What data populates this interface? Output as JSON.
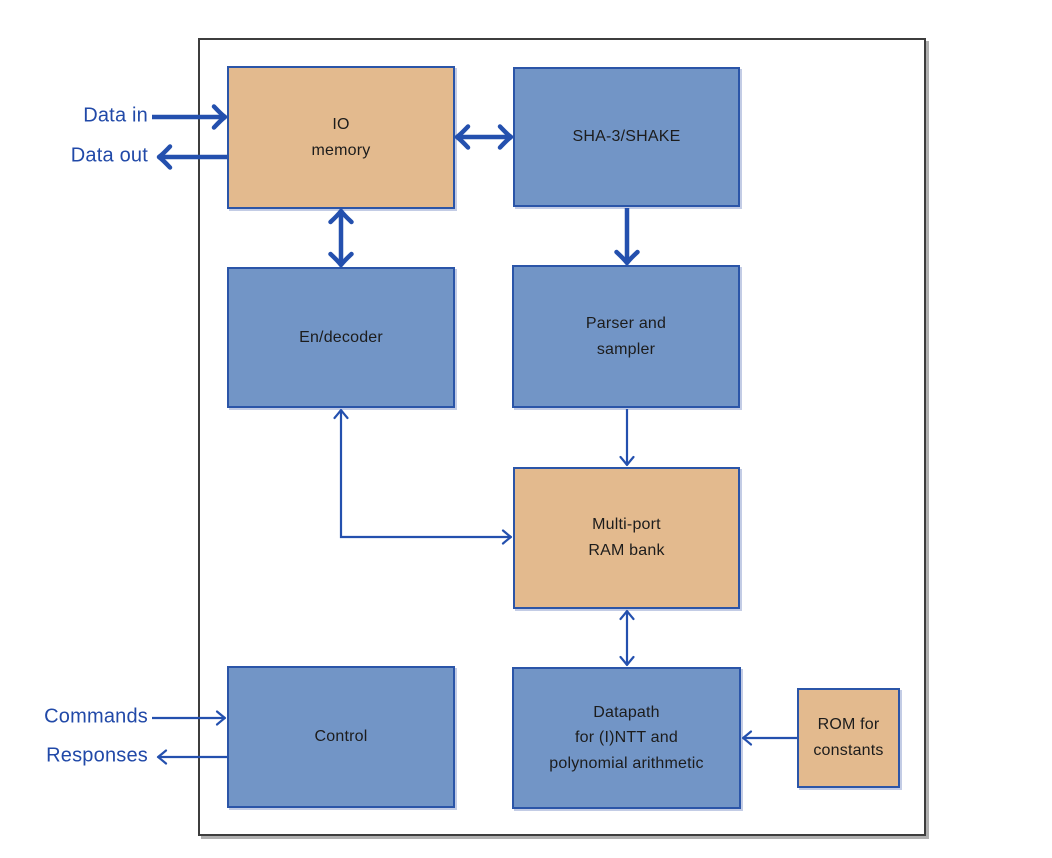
{
  "colors": {
    "block-blue": "#7295c6",
    "block-tan": "#e3ba8e",
    "border-blue": "#2b55a8",
    "arrow-blue": "#2450ae",
    "label-blue": "#2149a8",
    "text-dark": "#1c1c1c",
    "frame-gray": "#3d3d3d"
  },
  "external_labels": {
    "data_in": "Data in",
    "data_out": "Data out",
    "commands": "Commands",
    "responses": "Responses"
  },
  "blocks": {
    "io_memory": {
      "label": "IO\nmemory",
      "style": "tan"
    },
    "sha3": {
      "label": "SHA-3/SHAKE",
      "style": "blue"
    },
    "endecoder": {
      "label": "En/decoder",
      "style": "blue"
    },
    "parser": {
      "label": "Parser and\nsampler",
      "style": "blue"
    },
    "ram": {
      "label": "Multi-port\nRAM bank",
      "style": "tan"
    },
    "control": {
      "label": "Control",
      "style": "blue"
    },
    "datapath": {
      "label": "Datapath\nfor (I)NTT and\npolynomial arithmetic",
      "style": "blue"
    },
    "rom": {
      "label": "ROM for\nconstants",
      "style": "tan"
    }
  },
  "connections": [
    {
      "from": "external:data_in",
      "to": "io_memory",
      "direction": "one-way",
      "weight": "thick"
    },
    {
      "from": "io_memory",
      "to": "external:data_out",
      "direction": "one-way",
      "weight": "thick"
    },
    {
      "from": "io_memory",
      "to": "sha3",
      "direction": "two-way",
      "weight": "thick"
    },
    {
      "from": "io_memory",
      "to": "endecoder",
      "direction": "two-way",
      "weight": "thick"
    },
    {
      "from": "sha3",
      "to": "parser",
      "direction": "one-way",
      "weight": "thick"
    },
    {
      "from": "parser",
      "to": "ram",
      "direction": "one-way",
      "weight": "thin"
    },
    {
      "from": "endecoder",
      "to": "ram",
      "direction": "two-way",
      "weight": "thin",
      "shape": "L"
    },
    {
      "from": "ram",
      "to": "datapath",
      "direction": "two-way",
      "weight": "thin"
    },
    {
      "from": "external:commands",
      "to": "control",
      "direction": "one-way",
      "weight": "thin"
    },
    {
      "from": "control",
      "to": "external:responses",
      "direction": "one-way",
      "weight": "thin"
    },
    {
      "from": "rom",
      "to": "datapath",
      "direction": "one-way",
      "weight": "thin"
    }
  ]
}
